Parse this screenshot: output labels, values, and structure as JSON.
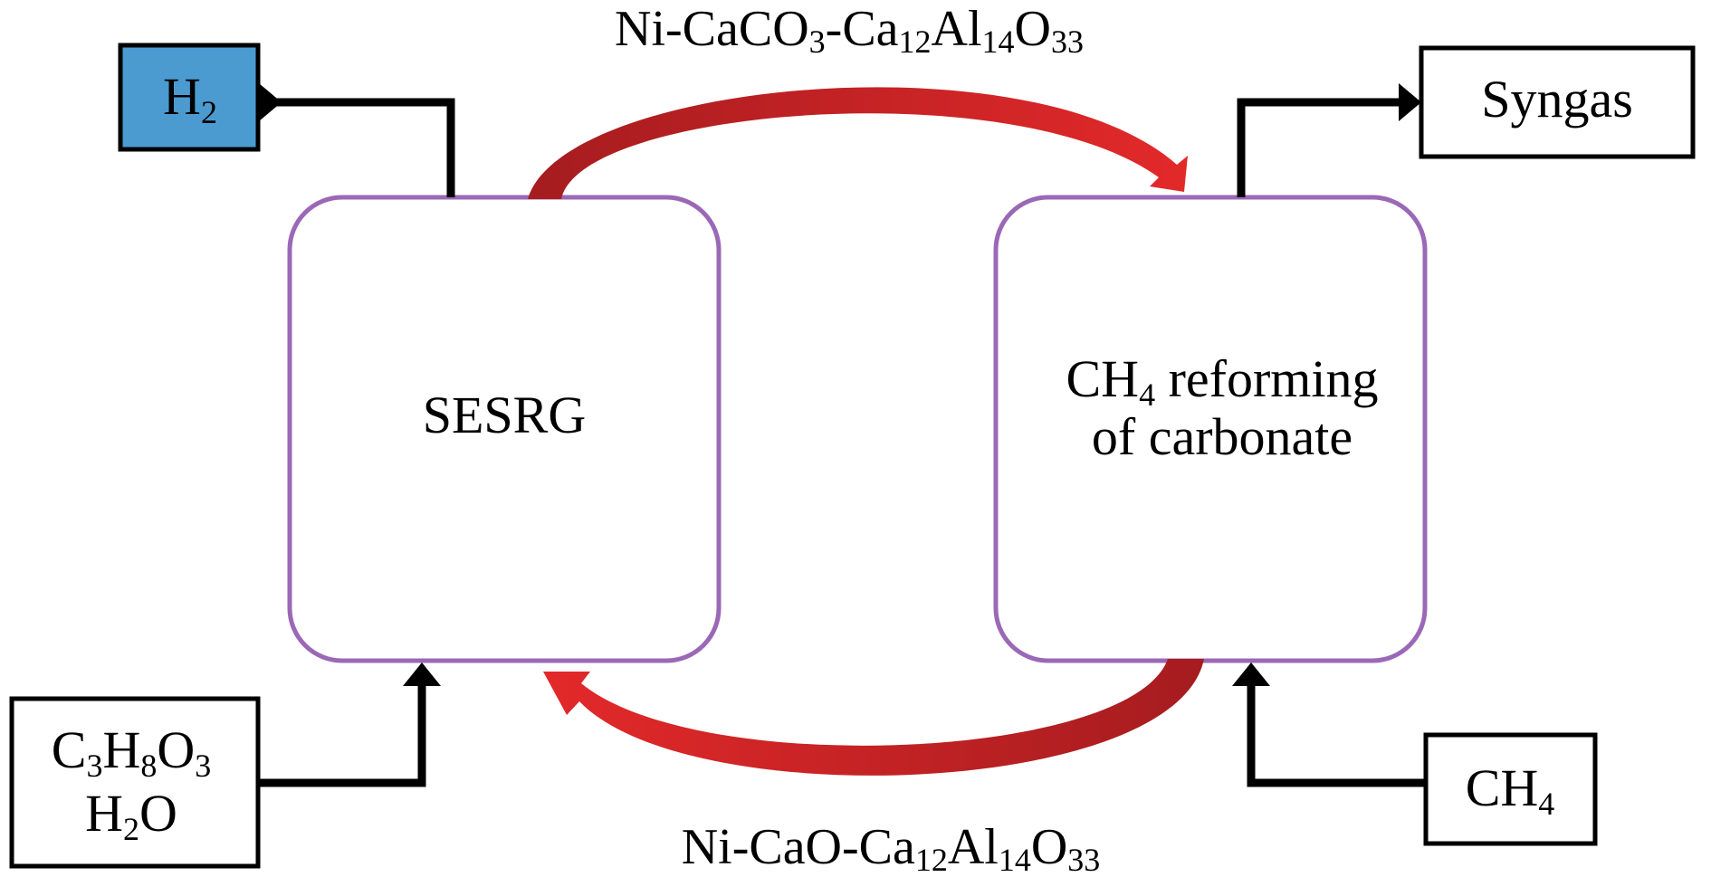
{
  "colors": {
    "reactor_border": "#9b68b7",
    "h2_box_fill": "#4b9bd1",
    "arrow_red": "#e3292a",
    "arrow_dark_red": "#a51c1f",
    "line": "#000000"
  },
  "reactors": {
    "left": {
      "label": "SESRG"
    },
    "right": {
      "line1": "CH",
      "line1_sub": "4",
      "line1_rest": " reforming",
      "line2": "of carbonate"
    }
  },
  "products": {
    "h2": {
      "main": "H",
      "sub": "2"
    },
    "syngas": {
      "label": "Syngas"
    }
  },
  "feeds": {
    "glycerol": {
      "c": "C",
      "c_sub": "3",
      "h": "H",
      "h_sub": "8",
      "o": "O",
      "o_sub": "3"
    },
    "water": {
      "h": "H",
      "h_sub": "2",
      "o": "O"
    },
    "ch4": {
      "main": "CH",
      "sub": "4"
    }
  },
  "flows": {
    "top": {
      "p1": "Ni-CaCO",
      "s1": "3",
      "p2": "-Ca",
      "s2": "12",
      "p3": "Al",
      "s3": "14",
      "p4": "O",
      "s4": "33"
    },
    "bottom": {
      "p1": "Ni-CaO-Ca",
      "s1": "12",
      "p2": "Al",
      "s2": "14",
      "p3": "O",
      "s3": "33"
    }
  },
  "icons": {
    "product_arrow": "arrow-right-icon",
    "feed_arrow": "arrow-up-icon",
    "solid_transfer": "curved-arrow-icon"
  }
}
